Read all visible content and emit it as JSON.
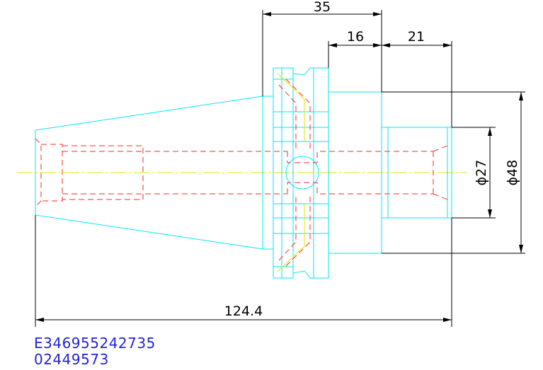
{
  "dimensions": {
    "overall_length": "124.4",
    "flange_offset": "35",
    "collar_width": "16",
    "nose_length": "21",
    "bore_diameter": "ϕ27",
    "body_diameter": "ϕ48"
  },
  "identifiers": {
    "code_line_1": "E346955242735",
    "code_line_2": "02449573"
  },
  "colors": {
    "outline": "#00e6ff",
    "hidden_lines": "#ff2a2a",
    "centerline": "#e6e600",
    "dimensions": "#000000",
    "identifier_text": "#2323d8"
  }
}
